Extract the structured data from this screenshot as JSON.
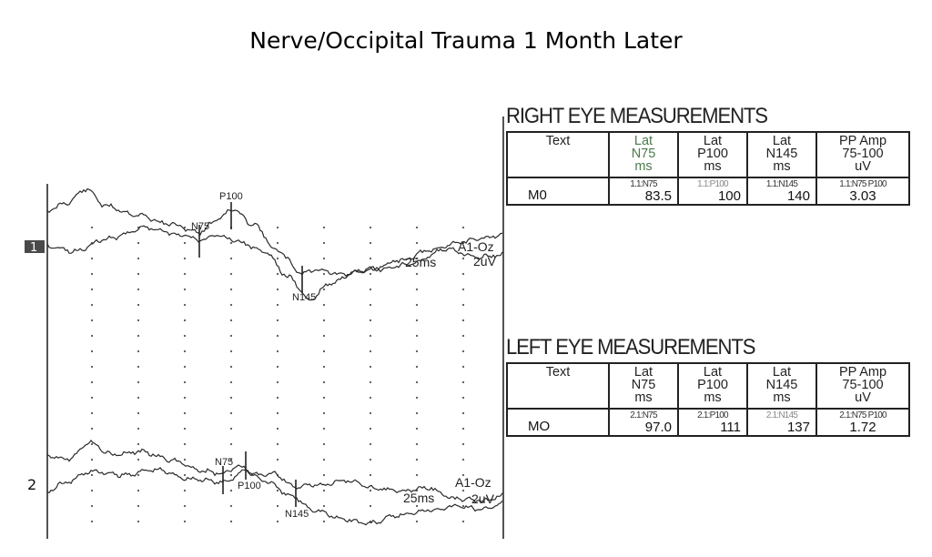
{
  "title": "Nerve/Occipital Trauma 1 Month Later",
  "chart_data": {
    "type": "line",
    "title": "Nerve/Occipital Trauma 1 Month Later",
    "channels": [
      {
        "label": "1",
        "montage": "A1-Oz",
        "time_scale": "25ms",
        "amp_scale": "2uV",
        "peaks": [
          "N75",
          "P100",
          "N145"
        ]
      },
      {
        "label": "2",
        "montage": "A1-Oz",
        "time_scale": "25ms",
        "amp_scale": "2uV",
        "peaks": [
          "N75",
          "P100",
          "N145"
        ]
      }
    ]
  },
  "right_eye": {
    "title": "RIGHT EYE MEASUREMENTS",
    "headers": [
      "Text",
      "Lat\nN75\nms",
      "Lat\nP100\nms",
      "Lat\nN145\nms",
      "PP Amp\n75-100\nuV"
    ],
    "row_label": "M0",
    "sublabels": [
      "1.1:N75",
      "1.1:P100",
      "1.1:N145",
      "1.1:N75 P100"
    ],
    "values": [
      "83.5",
      "100",
      "140",
      "3.03"
    ]
  },
  "left_eye": {
    "title": "LEFT EYE MEASUREMENTS",
    "headers": [
      "Text",
      "Lat\nN75\nms",
      "Lat\nP100\nms",
      "Lat\nN145\nms",
      "PP Amp\n75-100\nuV"
    ],
    "row_label": "MO",
    "sublabels": [
      "2.1:N75",
      "2.1:P100",
      "2.1:N145",
      "2.1:N75 P100"
    ],
    "values": [
      "97.0",
      "111",
      "137",
      "1.72"
    ]
  },
  "colors": {
    "trace": "#2a2a2a",
    "marker_box": "#4a4a4a",
    "axis": "#1a1a1a"
  }
}
